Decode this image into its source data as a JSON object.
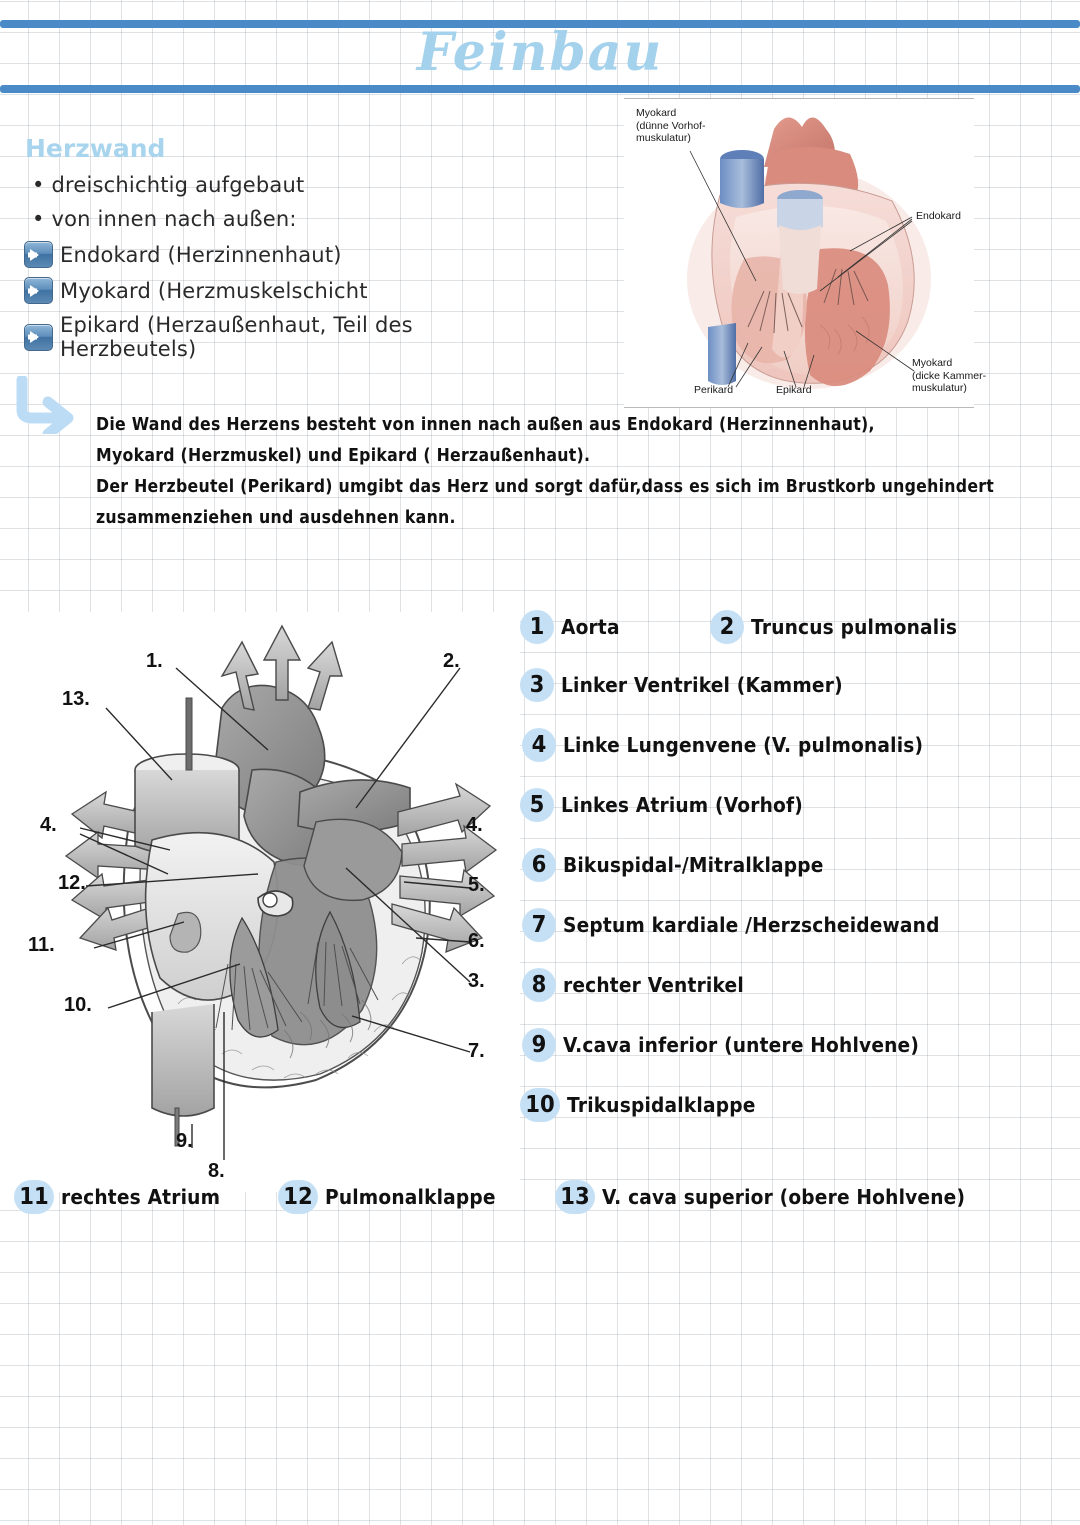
{
  "page": {
    "title": "Feinbau",
    "accent_blue": "#4a8ac6",
    "title_blue": "#a4d2ec",
    "badge_blue": "#c5e0f5"
  },
  "notes": {
    "heading": "Herzwand",
    "bullets": [
      "• dreischichtig aufgebaut",
      "• von innen nach außen:"
    ],
    "arrow_items": [
      "Endokard (Herzinnenhaut)",
      "Myokard (Herzmuskelschicht",
      "Epikard (Herzaußenhaut, Teil des Herzbeutels)"
    ]
  },
  "handwritten_note": {
    "lines": [
      "Die Wand des Herzens besteht von innen nach außen aus Endokard (Herzinnenhaut),",
      "Myokard (Herzmuskel) und Epikard ( Herzaußenhaut).",
      "Der Herzbeutel (Perikard) umgibt das Herz und sorgt dafür,dass es sich im Brustkorb ungehindert",
      "zusammenziehen und ausdehnen kann."
    ]
  },
  "figure_myocardium": {
    "labels": [
      {
        "id": "myokard-vorhof",
        "text": "Myokard\n(dünne Vorhof-\nmuskulatur)"
      },
      {
        "id": "endokard",
        "text": "Endokard"
      },
      {
        "id": "myokard-kammer",
        "text": "Myokard\n(dicke Kammer-\nmuskulatur)"
      },
      {
        "id": "perikard",
        "text": "Perikard"
      },
      {
        "id": "epikard",
        "text": "Epikard"
      }
    ]
  },
  "figure_heart": {
    "callouts": [
      "1.",
      "2.",
      "13.",
      "4.",
      "4.",
      "12.",
      "11.",
      "10.",
      "5.",
      "6.",
      "3.",
      "7.",
      "9.",
      "8."
    ]
  },
  "legend": {
    "items": [
      {
        "number": "1",
        "label": "Aorta"
      },
      {
        "number": "2",
        "label": "Truncus pulmonalis"
      },
      {
        "number": "3",
        "label": "Linker Ventrikel (Kammer)"
      },
      {
        "number": "4",
        "label": "Linke Lungenvene (V. pulmonalis)"
      },
      {
        "number": "5",
        "label": "Linkes Atrium (Vorhof)"
      },
      {
        "number": "6",
        "label": "Bikuspidal-/Mitralklappe"
      },
      {
        "number": "7",
        "label": "Septum kardiale /Herzscheidewand"
      },
      {
        "number": "8",
        "label": "rechter Ventrikel"
      },
      {
        "number": "9",
        "label": "V.cava inferior (untere Hohlvene)"
      },
      {
        "number": "10",
        "label": "Trikuspidalklappe"
      },
      {
        "number": "11",
        "label": "rechtes Atrium"
      },
      {
        "number": "12",
        "label": "Pulmonalklappe"
      },
      {
        "number": "13",
        "label": "V. cava superior (obere Hohlvene)"
      }
    ]
  }
}
